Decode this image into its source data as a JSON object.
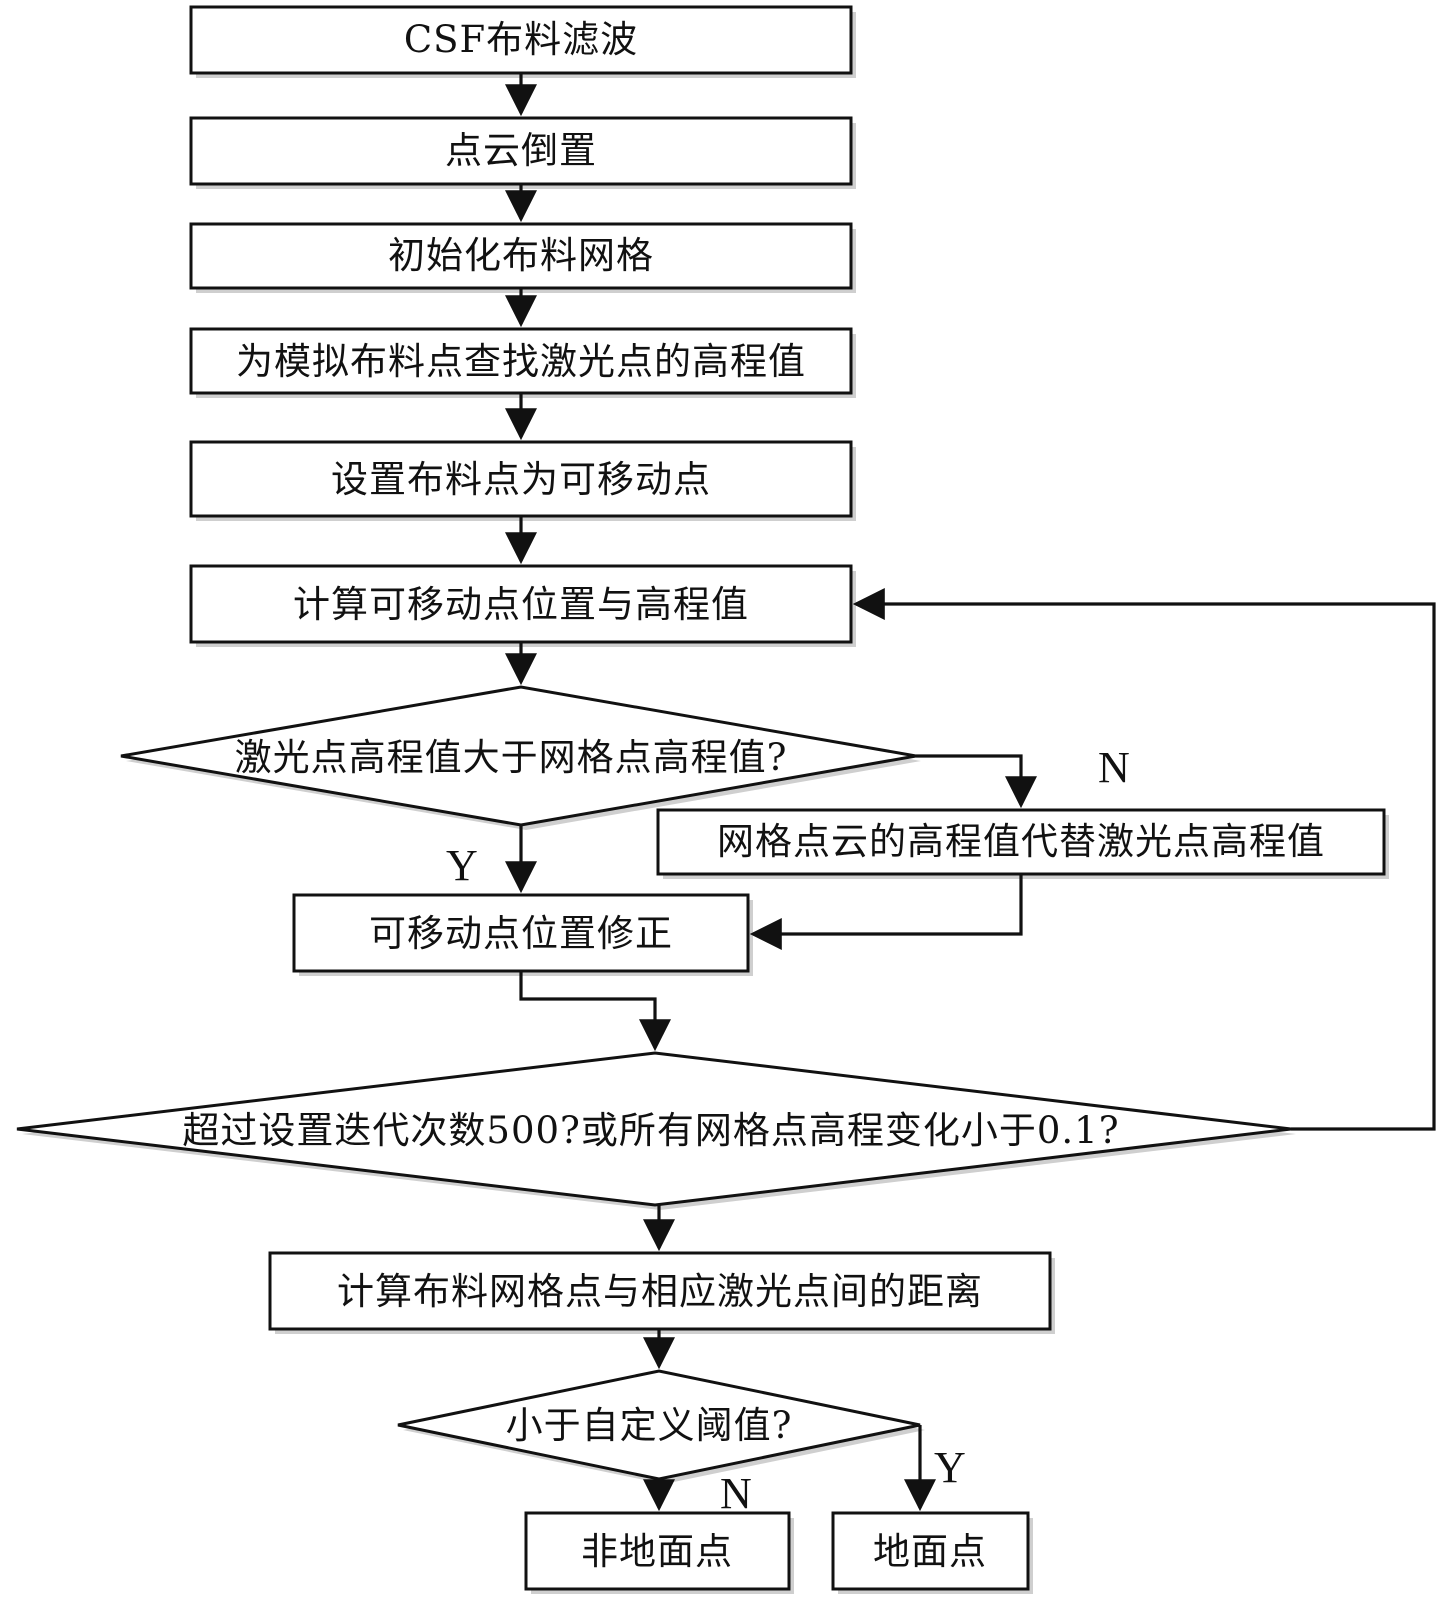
{
  "nodes": {
    "csf_filter": "CSF布料滤波",
    "invert_cloud": "点云倒置",
    "init_grid": "初始化布料网格",
    "find_elevation": "为模拟布料点查找激光点的高程值",
    "set_movable": "设置布料点为可移动点",
    "compute_position": "计算可移动点位置与高程值",
    "decision_elevation": "激光点高程值大于网格点高程值?",
    "replace_elevation": "网格点云的高程值代替激光点高程值",
    "correct_position": "可移动点位置修正",
    "decision_iteration": "超过设置迭代次数500?或所有网格点高程变化小于0.1?",
    "compute_distance": "计算布料网格点与相应激光点间的距离",
    "decision_threshold": "小于自定义阈值?",
    "non_ground": "非地面点",
    "ground": "地面点"
  },
  "branch_labels": {
    "elevation_no": "N",
    "elevation_yes": "Y",
    "threshold_no": "N",
    "threshold_yes": "Y"
  },
  "colors": {
    "line": "#111111",
    "fill": "#ffffff",
    "shadow": "#cfcfcf"
  }
}
